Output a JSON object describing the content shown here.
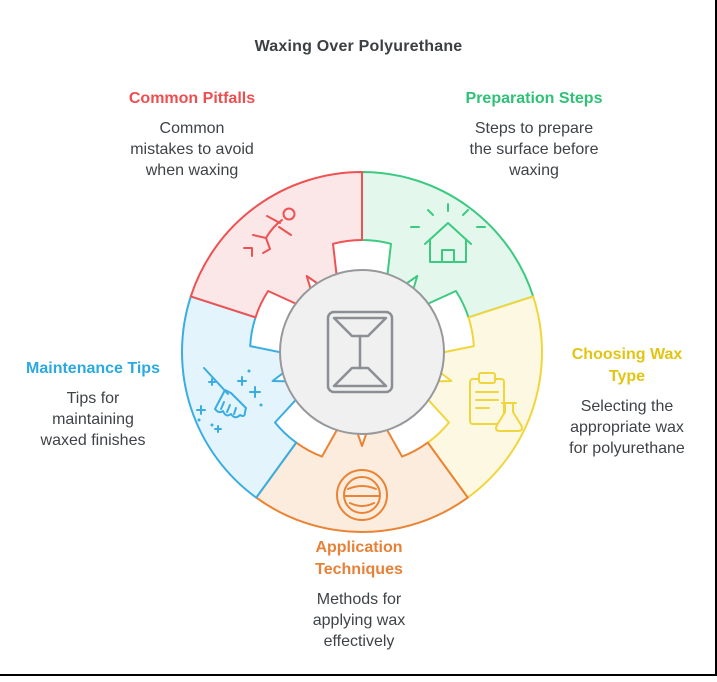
{
  "title": "Waxing Over Polyurethane",
  "text_color": "#3c4043",
  "body_text_color": "#3f4347",
  "frame": {
    "border_color": "#000000",
    "background": "#ffffff"
  },
  "center": {
    "icon": "panel-icon",
    "circle_fill": "#f0f0f1",
    "circle_stroke": "#96989b",
    "icon_stroke": "#8b8e92"
  },
  "segments": [
    {
      "id": "preparation-steps",
      "heading": "Preparation Steps",
      "heading_color": "#2fc176",
      "stroke": "#3cca81",
      "fill": "#e3f7ec",
      "icon": "house-shine-icon",
      "description_lines": [
        "Steps to prepare",
        "the surface before",
        "waxing"
      ]
    },
    {
      "id": "choosing-wax-type",
      "heading": "Choosing Wax Type",
      "heading_color": "#e3c413",
      "stroke": "#f0d53c",
      "fill": "#fdf8e1",
      "icon": "clipboard-flask-icon",
      "description_lines": [
        "Selecting the",
        "appropriate wax",
        "for polyurethane"
      ]
    },
    {
      "id": "application-techniques",
      "heading": "Application Techniques",
      "heading_color": "#e78138",
      "stroke": "#ea8434",
      "fill": "#fcecdd",
      "icon": "wax-tin-icon",
      "description_lines": [
        "Methods for",
        "applying wax",
        "effectively"
      ]
    },
    {
      "id": "maintenance-tips",
      "heading": "Maintenance Tips",
      "heading_color": "#2ba9e1",
      "stroke": "#39ade2",
      "fill": "#e3f4fc",
      "icon": "broom-sparkle-icon",
      "description_lines": [
        "Tips for",
        "maintaining",
        "waxed finishes"
      ]
    },
    {
      "id": "common-pitfalls",
      "heading": "Common Pitfalls",
      "heading_color": "#ee4e50",
      "stroke": "#ee5253",
      "fill": "#fbe7e7",
      "icon": "slipping-person-icon",
      "description_lines": [
        "Common",
        "mistakes to avoid",
        "when waxing"
      ]
    }
  ]
}
